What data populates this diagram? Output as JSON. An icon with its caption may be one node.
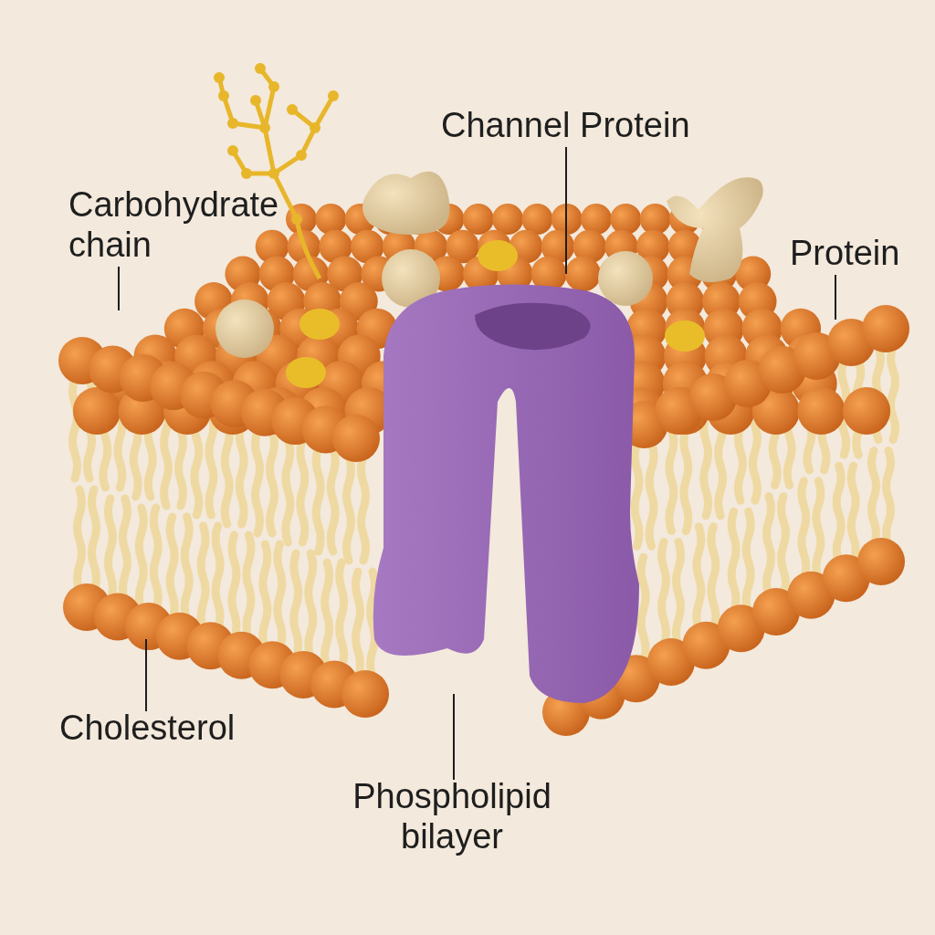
{
  "diagram": {
    "nodes": [
      {
        "text": [
          "Carbohydrate chain"
        ]
      },
      {
        "text": [
          "Channel Protein"
        ]
      },
      {
        "text": [
          "Protein"
        ]
      },
      {
        "text": [
          "Cholesterol"
        ]
      },
      {
        "text": [
          "Phospholipid bilayer"
        ]
      }
    ],
    "edges": [
      {
        "from": 0,
        "to": null,
        "arrow": "none"
      },
      {
        "from": 1,
        "to": null,
        "arrow": "none"
      },
      {
        "from": 2,
        "to": null,
        "arrow": "none"
      },
      {
        "from": 3,
        "to": null,
        "arrow": "none"
      },
      {
        "from": 4,
        "to": null,
        "arrow": "none"
      }
    ]
  }
}
